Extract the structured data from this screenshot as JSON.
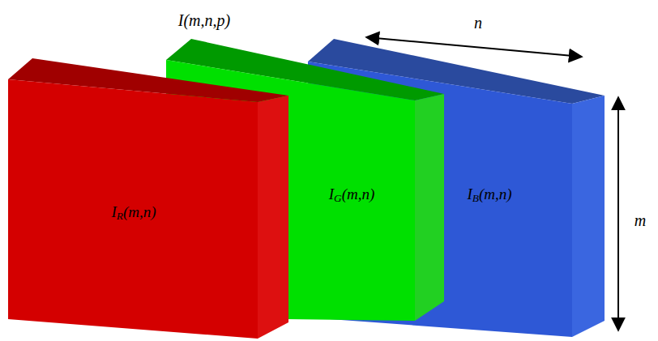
{
  "diagram": {
    "nodes": [
      {
        "text": [
          "IR(m,n)"
        ]
      },
      {
        "text": [
          "IG(m,n)"
        ]
      },
      {
        "text": [
          "IB(m,n)"
        ]
      }
    ],
    "labels": [
      "I(m,n,p)",
      "n",
      "m"
    ]
  }
}
